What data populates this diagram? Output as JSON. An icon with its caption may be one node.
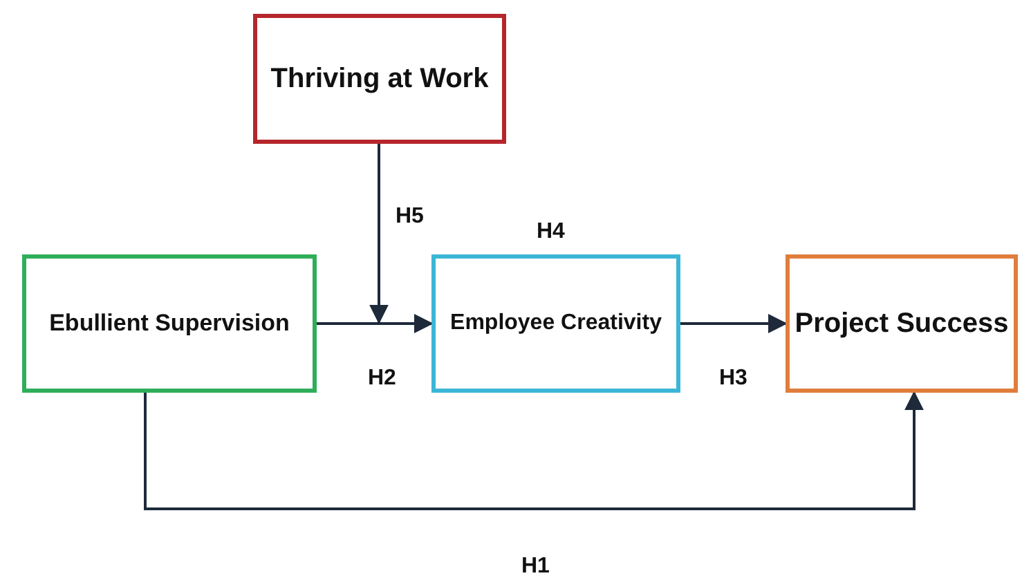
{
  "diagram": {
    "nodes": [
      {
        "text": [
          "Thriving at Work"
        ]
      },
      {
        "text": [
          "Ebullient Supervision"
        ]
      },
      {
        "text": [
          "Employee Creativity"
        ]
      },
      {
        "text": [
          "Project Success"
        ]
      }
    ],
    "edges": [
      {
        "from": 1,
        "to": 2,
        "arrow": "to",
        "label": "H2"
      },
      {
        "from": 0,
        "to": null,
        "arrow": "to",
        "label": "H5"
      },
      {
        "from": 2,
        "to": 3,
        "arrow": "to",
        "label": "H3"
      },
      {
        "from": 1,
        "to": 3,
        "arrow": "to",
        "label": "H1"
      }
    ],
    "labels": [
      "H4"
    ]
  }
}
